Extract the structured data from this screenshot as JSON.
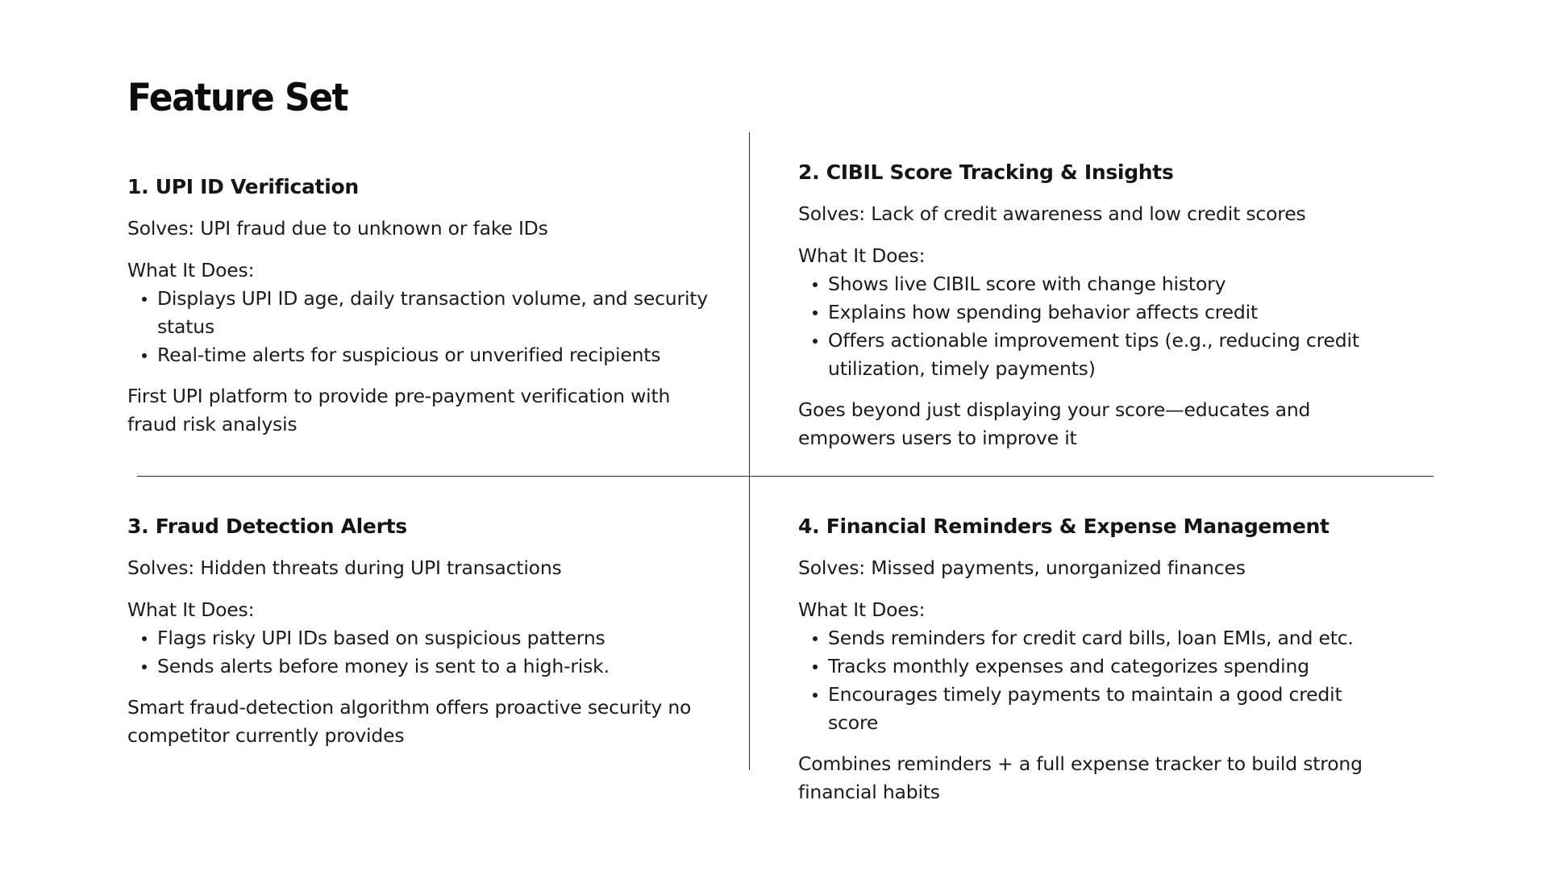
{
  "page": {
    "title": "Feature Set"
  },
  "features": [
    {
      "heading": "1. UPI ID Verification",
      "solves": "Solves: UPI fraud due to unknown or fake IDs",
      "what_it_does_label": "What It Does:",
      "bullets": [
        "Displays UPI ID age, daily transaction volume, and security status",
        "Real-time alerts for suspicious or unverified recipients"
      ],
      "summary": "First UPI platform to provide pre-payment verification with fraud risk analysis"
    },
    {
      "heading": "2. CIBIL Score Tracking & Insights",
      "solves": "Solves: Lack of credit awareness and low credit scores",
      "what_it_does_label": "What It Does:",
      "bullets": [
        "Shows live CIBIL score with change history",
        "Explains how spending behavior affects credit",
        "Offers actionable improvement tips (e.g., reducing credit utilization, timely payments)"
      ],
      "summary": "Goes beyond just displaying your score—educates and empowers users to improve it"
    },
    {
      "heading": "3. Fraud Detection Alerts",
      "solves": "Solves: Hidden threats during UPI transactions",
      "what_it_does_label": "What It Does:",
      "bullets": [
        "Flags risky UPI IDs based on suspicious patterns",
        "Sends alerts before money is sent to a high-risk."
      ],
      "summary": "Smart fraud-detection algorithm offers proactive security no competitor currently provides"
    },
    {
      "heading": "4. Financial Reminders & Expense Management",
      "solves": "Solves: Missed payments, unorganized finances",
      "what_it_does_label": "What It Does:",
      "bullets": [
        "Sends reminders for credit card bills, loan EMIs, and etc.",
        "Tracks monthly expenses and categorizes spending",
        "Encourages timely payments to maintain a good credit score"
      ],
      "summary": "Combines reminders + a full expense tracker to build strong financial habits"
    }
  ]
}
